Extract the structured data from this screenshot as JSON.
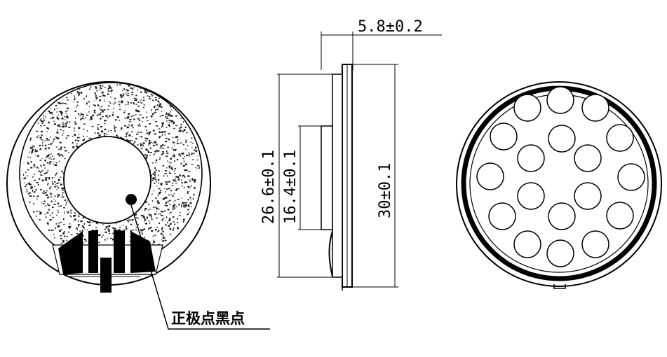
{
  "colors": {
    "line": "#000000",
    "background": "#ffffff",
    "texture": "#1a1a1a"
  },
  "dimensions": {
    "thickness": "5.8±0.2",
    "outer_diameter": "30±0.1",
    "mesh_diameter": "26.6±0.1",
    "magnet_diameter": "16.4±0.1"
  },
  "annotations": {
    "positive_mark": "正极点黑点"
  }
}
